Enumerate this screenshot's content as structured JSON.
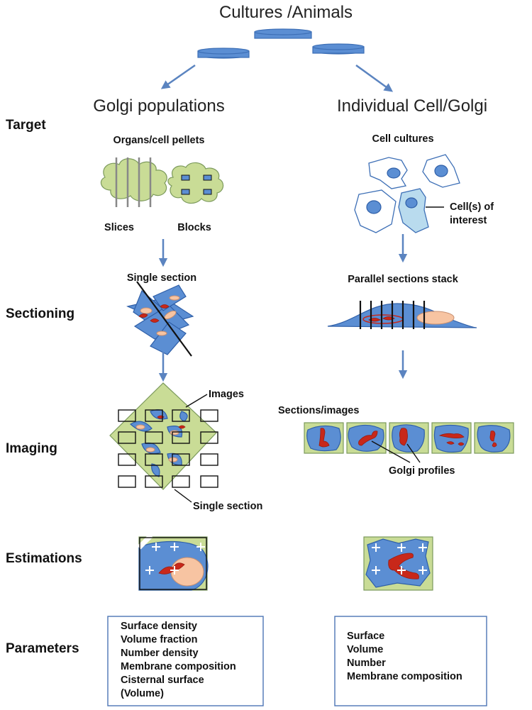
{
  "title": "Cultures /Animals",
  "columns": {
    "left": "Golgi populations",
    "right": "Individual Cell/Golgi"
  },
  "rows": {
    "target": "Target",
    "sectioning": "Sectioning",
    "imaging": "Imaging",
    "estimations": "Estimations",
    "parameters": "Parameters"
  },
  "left": {
    "target_label": "Organs/cell pellets",
    "slices": "Slices",
    "blocks": "Blocks",
    "section_label": "Single section",
    "images_label": "Images",
    "single_section_label": "Single section",
    "parameters": [
      "Surface density",
      "Volume fraction",
      "Number density",
      "Membrane composition",
      "Cisternal surface",
      "(Volume)"
    ]
  },
  "right": {
    "target_label": "Cell cultures",
    "cells_of_interest_line1": "Cell(s) of",
    "cells_of_interest_line2": "interest",
    "section_label": "Parallel  sections stack",
    "images_label": "Sections/images",
    "golgi_profiles_label": "Golgi profiles",
    "parameters": [
      "Surface",
      "Volume",
      "Number",
      "Membrane composition"
    ]
  }
}
